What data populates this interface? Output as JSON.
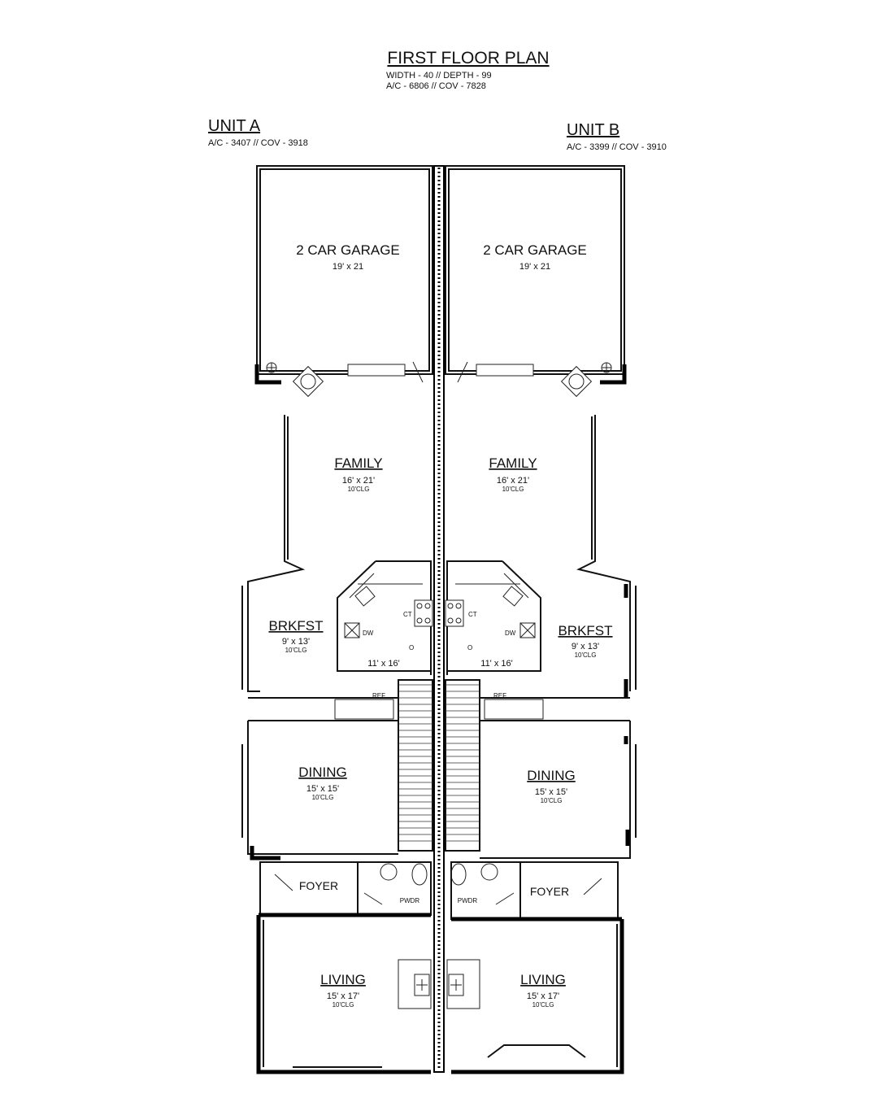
{
  "plan": {
    "title": "FIRST FLOOR PLAN",
    "subtitle_1": "WIDTH - 40 // DEPTH - 99",
    "subtitle_2": "A/C - 6806 // COV - 7828"
  },
  "unit_a": {
    "name": "UNIT A",
    "area": "A/C - 3407 // COV - 3918",
    "garage": {
      "name": "2 CAR GARAGE",
      "dim": "19' x 21"
    },
    "family": {
      "name": "FAMILY",
      "dim": "16' x 21'",
      "clg": "10'CLG"
    },
    "brkfst": {
      "name": "BRKFST",
      "dim": "9' x 13'",
      "clg": "10'CLG"
    },
    "kitchen": {
      "dim": "11' x 16'",
      "dw": "DW",
      "ct": "CT",
      "o": "O",
      "ref": "REF"
    },
    "dining": {
      "name": "DINING",
      "dim": "15' x 15'",
      "clg": "10'CLG"
    },
    "foyer": {
      "name": "FOYER"
    },
    "pwdr": {
      "name": "PWDR"
    },
    "living": {
      "name": "LIVING",
      "dim": "15' x 17'",
      "clg": "10'CLG"
    }
  },
  "unit_b": {
    "name": "UNIT B",
    "area": "A/C - 3399 // COV - 3910",
    "garage": {
      "name": "2 CAR GARAGE",
      "dim": "19' x 21"
    },
    "family": {
      "name": "FAMILY",
      "dim": "16' x 21'",
      "clg": "10'CLG"
    },
    "brkfst": {
      "name": "BRKFST",
      "dim": "9' x 13'",
      "clg": "10'CLG"
    },
    "kitchen": {
      "dim": "11' x 16'",
      "dw": "DW",
      "ct": "CT",
      "o": "O",
      "ref": "REF"
    },
    "dining": {
      "name": "DINING",
      "dim": "15' x 15'",
      "clg": "10'CLG"
    },
    "foyer": {
      "name": "FOYER"
    },
    "pwdr": {
      "name": "PWDR"
    },
    "living": {
      "name": "LIVING",
      "dim": "15' x 17'",
      "clg": "10'CLG"
    }
  }
}
